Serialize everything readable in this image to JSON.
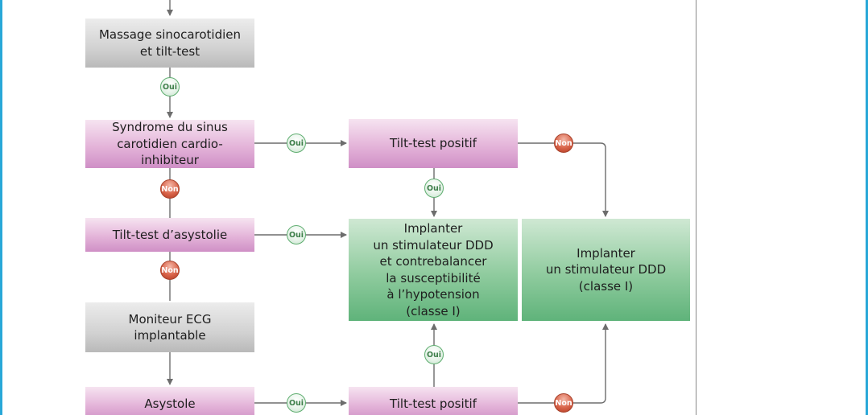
{
  "nodes": {
    "massage": "Massage sinocarotidien\net tilt-test",
    "syndrome": "Syndrome du sinus\ncarotidien cardio-inhibiteur",
    "tilt_asystolie": "Tilt-test d’asystolie",
    "moniteur": "Moniteur ECG\nimplantable",
    "asystole": "Asystole",
    "tilt_positif_1": "Tilt-test positif",
    "tilt_positif_2": "Tilt-test positif",
    "implanter_hypotension": "Implanter\nun stimulateur DDD\net contrebalancer\nla susceptibilité\nà l’hypotension\n(classe I)",
    "implanter_ddd": "Implanter\nun stimulateur DDD\n(classe I)"
  },
  "labels": {
    "yes": "Oui",
    "no": "Non"
  },
  "colors": {
    "frame": "#29a8d8",
    "connector": "#6d6d6d",
    "gray_box": "#c8c8c8",
    "pink_box": "#dba7d1",
    "green_box": "#7cc191"
  }
}
